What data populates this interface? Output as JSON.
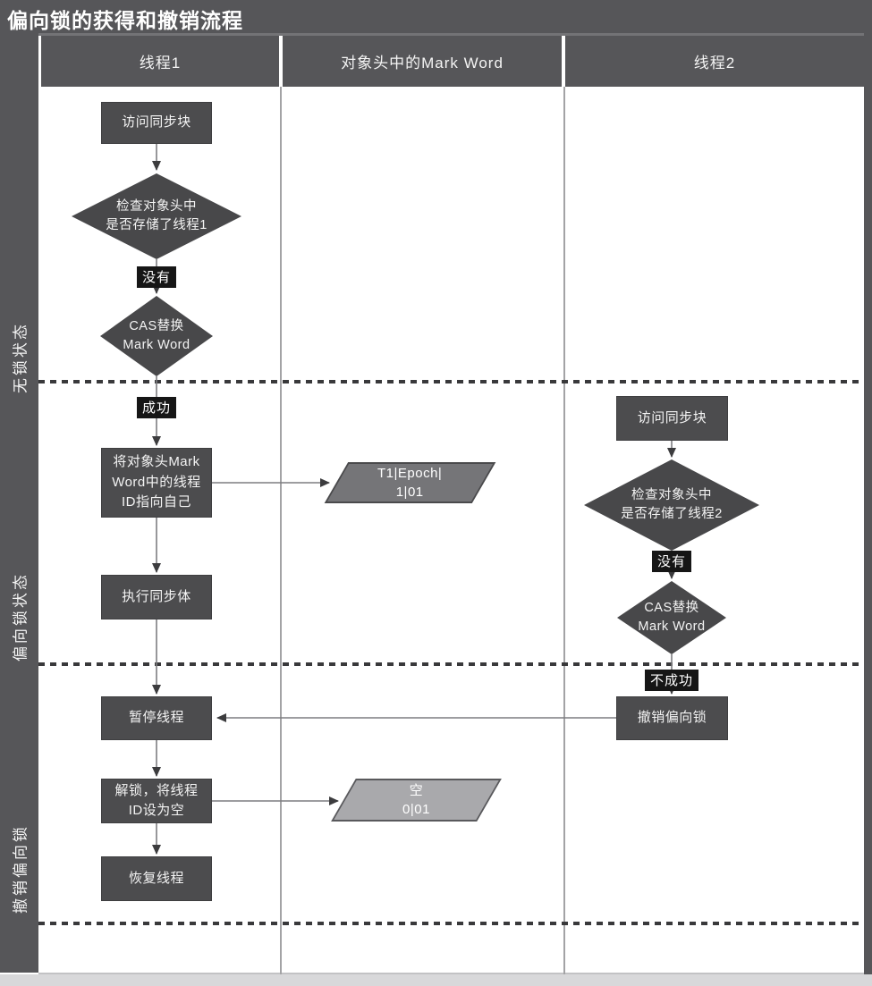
{
  "title": "偏向锁的获得和撤销流程",
  "lanes": {
    "thread1": "线程1",
    "markword": "对象头中的Mark Word",
    "thread2": "线程2"
  },
  "phases": {
    "no_lock": "无锁状态",
    "biased": "偏向锁状态",
    "revoke": "撤销偏向锁"
  },
  "nodes": {
    "t1_access": "访问同步块",
    "t1_check": "检查对象头中\n是否存储了线程1",
    "t1_cas": "CAS替换\nMark Word",
    "t1_set_id": "将对象头Mark\nWord中的线程\nID指向自己",
    "t1_execute": "执行同步体",
    "t1_pause": "暂停线程",
    "t1_unlock": "解锁，将线程\nID设为空",
    "t1_resume": "恢复线程",
    "mark_word_biased": "T1|Epoch|\n1|01",
    "mark_word_empty": "空\n0|01",
    "t2_access": "访问同步块",
    "t2_check": "检查对象头中\n是否存储了线程2",
    "t2_cas": "CAS替换\nMark Word",
    "t2_revoke": "撤销偏向锁"
  },
  "edge_labels": {
    "t1_no": "没有",
    "t1_success": "成功",
    "t2_no": "没有",
    "t2_fail": "不成功"
  },
  "colors": {
    "chrome": "#565659",
    "node": "#4c4c4e",
    "diamond": "#48484a",
    "badge": "#161616",
    "par-dark": "#757578",
    "par-light": "#a9a9ac",
    "arrow": "#7d7d80",
    "arrowhead": "#3c3c3e",
    "dash": "#39393b",
    "divider": "#a3a3a5",
    "canvas": "#ffffff",
    "outside": "#d8d8da",
    "text": "#f4f4f4"
  }
}
